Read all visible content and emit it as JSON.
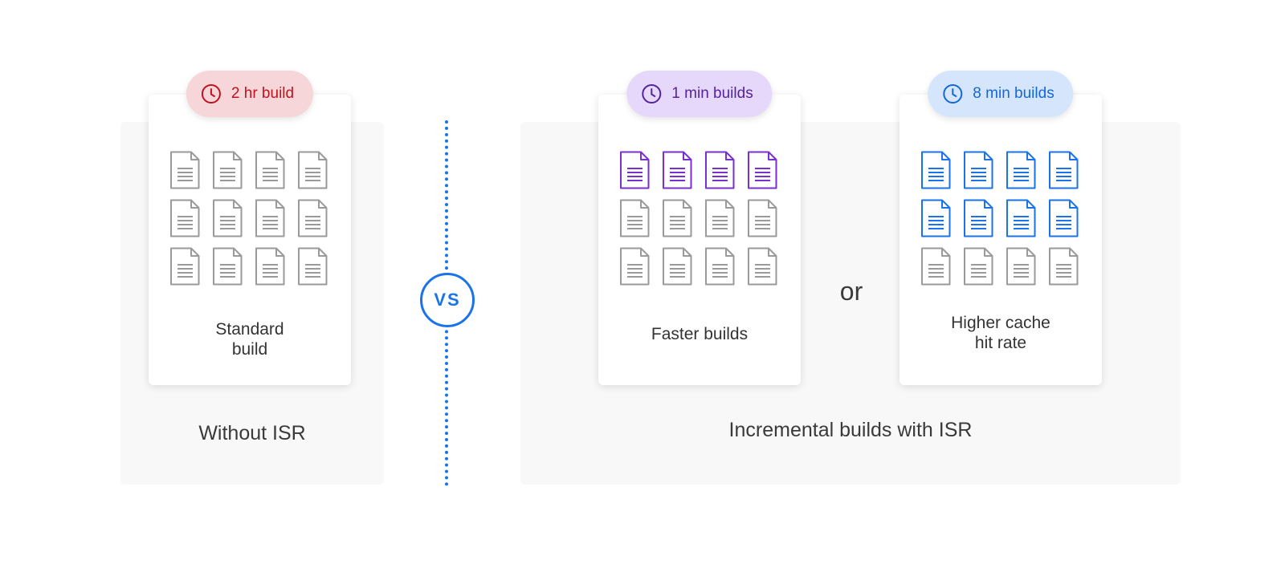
{
  "colors": {
    "gray_doc": "#9a9a9a",
    "purple_doc": "#7a2fd0",
    "blue_doc": "#1a73e8",
    "red_pill": "#f6d6d8",
    "purple_pill": "#e6d8fa",
    "blue_pill": "#d5e6fc"
  },
  "left_panel": {
    "label": "Without ISR",
    "card": {
      "badge": "2 hr build",
      "badge_icon": "clock-icon",
      "label_lines": [
        "Standard",
        "build"
      ],
      "doc_rows": [
        "gray",
        "gray",
        "gray"
      ]
    }
  },
  "vs_label": "VS",
  "right_panel": {
    "label": "Incremental builds with ISR",
    "or_label": "or",
    "cards": [
      {
        "badge": "1 min builds",
        "badge_icon": "clock-icon",
        "label_lines": [
          "Faster builds"
        ],
        "doc_rows": [
          "purple",
          "gray",
          "gray"
        ]
      },
      {
        "badge": "8 min builds",
        "badge_icon": "clock-icon",
        "label_lines": [
          "Higher cache",
          "hit rate"
        ],
        "doc_rows": [
          "blue",
          "blue",
          "gray"
        ]
      }
    ]
  }
}
